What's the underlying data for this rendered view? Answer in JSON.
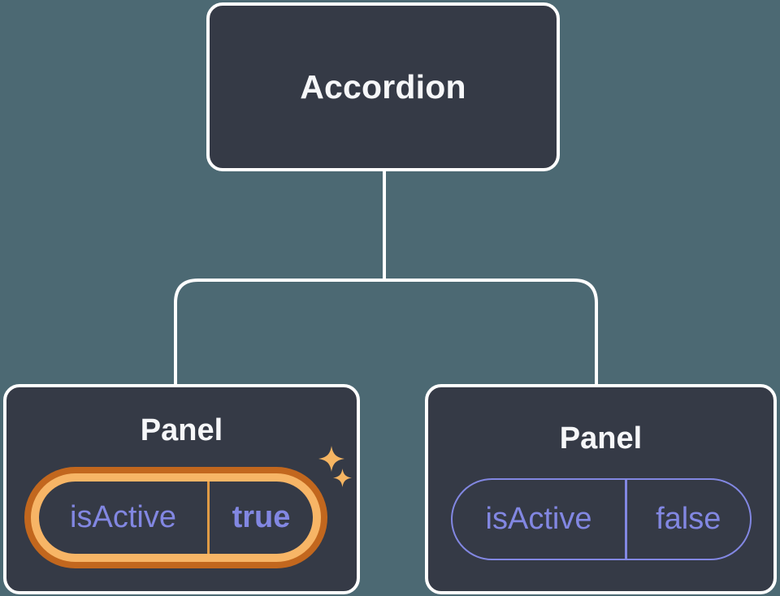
{
  "diagram": {
    "description": "Component tree diagram: Accordion parent with two Panel children holding isActive state",
    "background_color": "#4c6973",
    "root": {
      "label": "Accordion"
    },
    "panels": [
      {
        "label": "Panel",
        "prop": {
          "key": "isActive",
          "value": "true"
        },
        "highlighted": true
      },
      {
        "label": "Panel",
        "prop": {
          "key": "isActive",
          "value": "false"
        },
        "highlighted": false
      }
    ],
    "colors": {
      "node_fill": "#353a46",
      "node_border": "#ffffff",
      "connector": "#ffffff",
      "title_text": "#f6f7f9",
      "state_purple": "#8287e2",
      "highlight_ring_outer": "#c2671e",
      "highlight_ring_inner": "#f7b566",
      "highlight_divider": "#e09a45",
      "sparkle": "#f6b562"
    },
    "icons": {
      "sparkles": "sparkles-icon"
    }
  }
}
